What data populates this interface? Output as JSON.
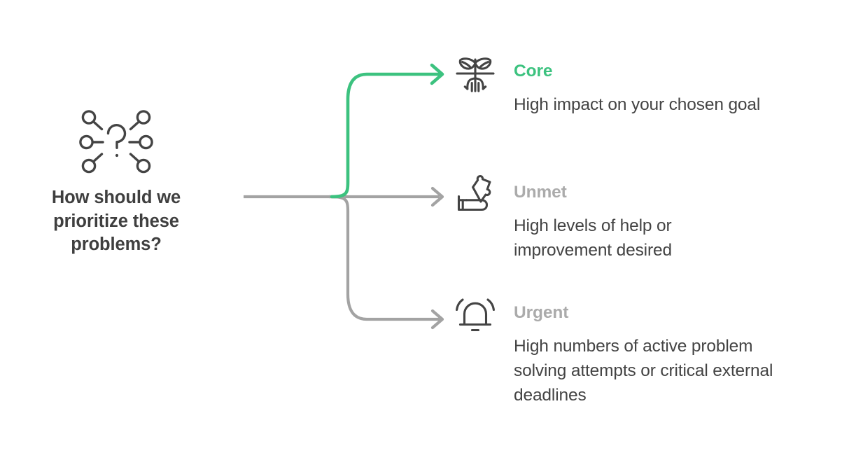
{
  "diagram": {
    "title": "How should we prioritize these problems?",
    "title_lines": [
      "How should we",
      "prioritize these",
      "problems?"
    ],
    "source_icon": "question-network-icon",
    "colors": {
      "accent_green": "#3cc27f",
      "connector_gray": "#a3a3a3",
      "icon_stroke": "#444444",
      "body_text": "#444444",
      "title_text": "#3f3f3f",
      "muted_label": "#ababab",
      "background": "#ffffff"
    },
    "branches": [
      {
        "id": "core",
        "label": "Core",
        "description": "High impact on your chosen goal",
        "icon": "sprout-seedling-icon",
        "label_color": "#3cc27f",
        "connector_color": "#3cc27f",
        "highlighted": true
      },
      {
        "id": "unmet",
        "label": "Unmet",
        "description": "High levels of help or improvement desired",
        "icon": "hand-puzzle-piece-icon",
        "label_color": "#ababab",
        "connector_color": "#a3a3a3",
        "highlighted": false
      },
      {
        "id": "urgent",
        "label": "Urgent",
        "description": "High numbers of active problem solving attempts or critical external deadlines",
        "icon": "alarm-bell-icon",
        "label_color": "#ababab",
        "connector_color": "#a3a3a3",
        "highlighted": false
      }
    ]
  }
}
